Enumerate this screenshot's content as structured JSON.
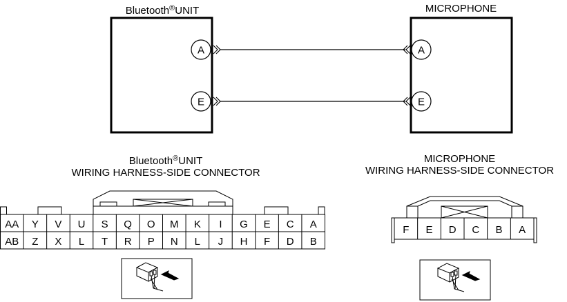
{
  "diagram": {
    "bluetooth_unit": {
      "title_main": "Bluetooth",
      "title_mark": "®",
      "title_suffix": "UNIT",
      "pins": [
        "A",
        "E"
      ]
    },
    "microphone": {
      "title": "MICROPHONE",
      "pins": [
        "A",
        "E"
      ]
    },
    "wires": [
      {
        "from": "Bluetooth UNIT A",
        "to": "MICROPHONE A"
      },
      {
        "from": "Bluetooth UNIT E",
        "to": "MICROPHONE E"
      }
    ]
  },
  "bt_connector": {
    "title_main": "Bluetooth",
    "title_mark": "®",
    "title_suffix": "UNIT",
    "subtitle": "WIRING HARNESS-SIDE CONNECTOR",
    "top_row": [
      "AA",
      "Y",
      "V",
      "U",
      "S",
      "Q",
      "O",
      "M",
      "K",
      "I",
      "G",
      "E",
      "C",
      "A"
    ],
    "bottom_row": [
      "AB",
      "Z",
      "X",
      "L",
      "T",
      "R",
      "P",
      "N",
      "L",
      "J",
      "H",
      "F",
      "D",
      "B"
    ],
    "view_icon": "connector-front-view-icon"
  },
  "mic_connector": {
    "title": "MICROPHONE",
    "subtitle": "WIRING HARNESS-SIDE CONNECTOR",
    "row": [
      "F",
      "E",
      "D",
      "C",
      "B",
      "A"
    ],
    "view_icon": "connector-front-view-icon"
  }
}
